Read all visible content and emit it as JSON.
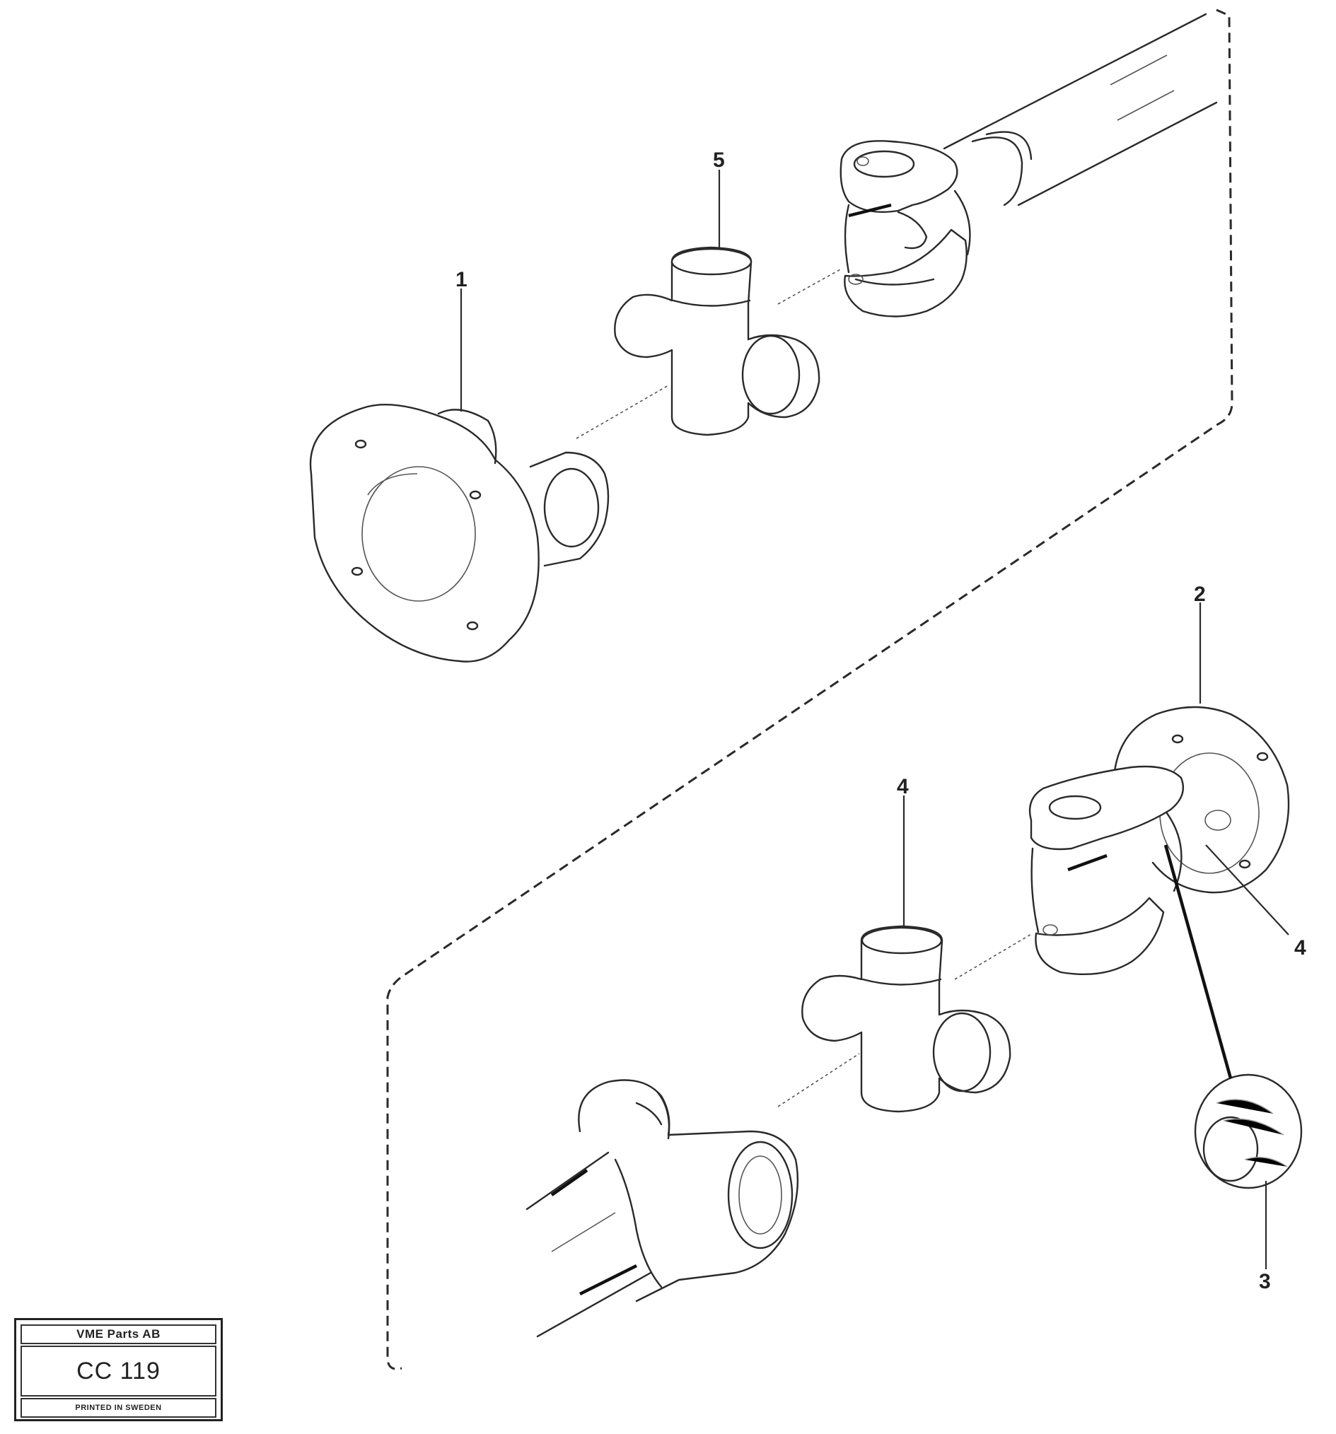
{
  "diagram": {
    "callouts": [
      {
        "id": "callout-1",
        "label": "1"
      },
      {
        "id": "callout-2",
        "label": "2"
      },
      {
        "id": "callout-3",
        "label": "3"
      },
      {
        "id": "callout-4-left",
        "label": "4"
      },
      {
        "id": "callout-4-right",
        "label": "4"
      },
      {
        "id": "callout-5",
        "label": "5"
      }
    ]
  },
  "stamp": {
    "company": "VME Parts AB",
    "code": "CC 119",
    "origin": "PRINTED IN SWEDEN"
  }
}
